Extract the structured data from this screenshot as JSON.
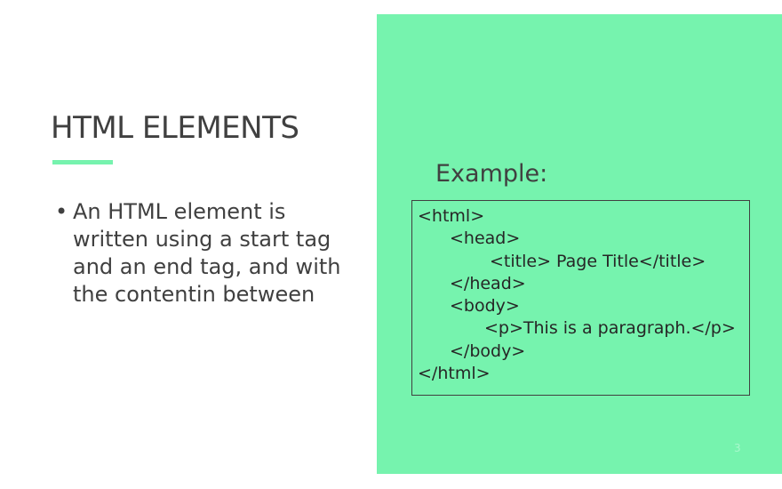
{
  "slide": {
    "title": "HTML ELEMENTS",
    "bullet": {
      "marker": "•",
      "text": "An HTML element is written using a start tag and an end tag, and with the contentin between"
    },
    "example_label": "Example:",
    "code_lines": [
      "<html>",
      "<head>",
      "<title> Page Title</title>",
      "</head>",
      "<body>",
      "<p>This is a paragraph.</p>",
      "</body>",
      "</html>"
    ],
    "slide_number": "3"
  },
  "colors": {
    "accent": "#76f3ae",
    "text": "#404040"
  }
}
